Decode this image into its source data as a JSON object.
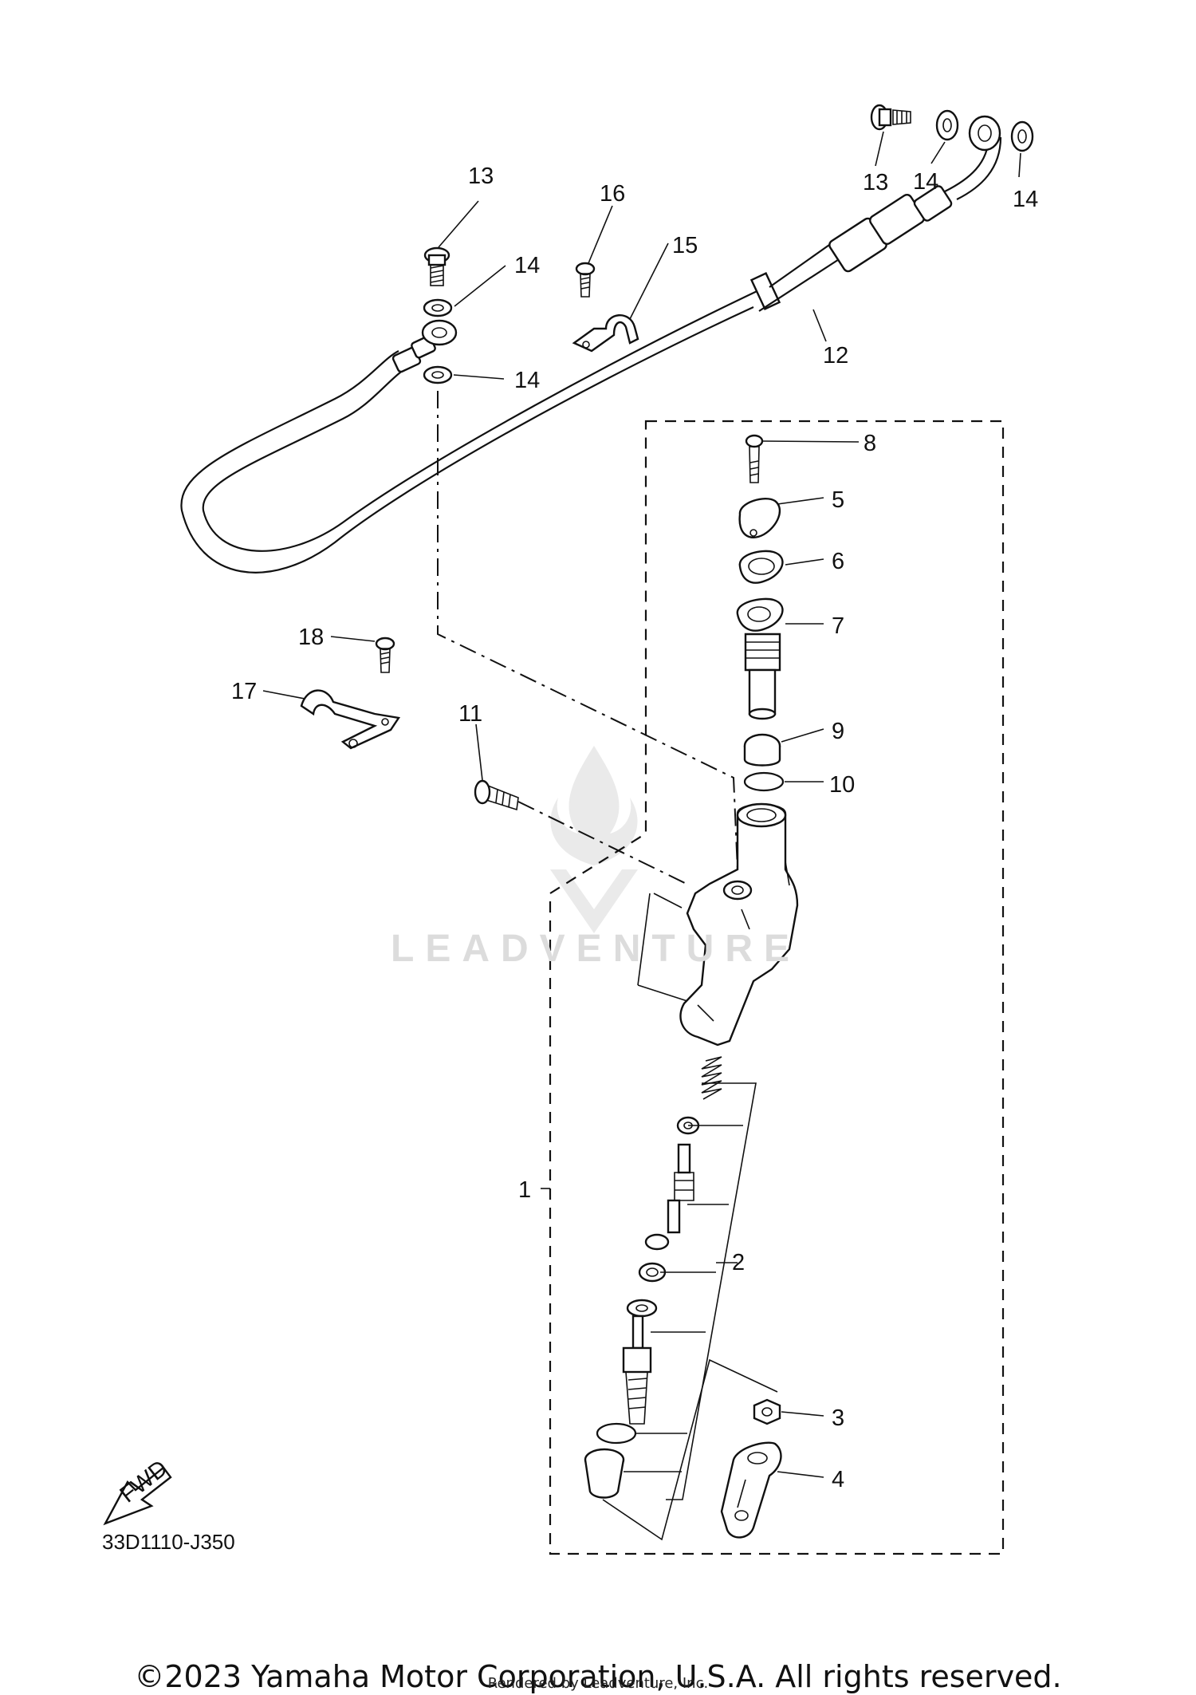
{
  "diagram": {
    "code": "33D1110-J350",
    "fwd_label": "FWD",
    "watermark": "LEADVENTURE",
    "copyright": "©2023 Yamaha Motor Corporation, U.S.A. All rights reserved.",
    "rendered_by": "Rendered by Leadventure, Inc."
  },
  "callouts": [
    {
      "id": "c1",
      "text": "1"
    },
    {
      "id": "c2",
      "text": "2"
    },
    {
      "id": "c3",
      "text": "3"
    },
    {
      "id": "c4",
      "text": "4"
    },
    {
      "id": "c5",
      "text": "5"
    },
    {
      "id": "c6",
      "text": "6"
    },
    {
      "id": "c7",
      "text": "7"
    },
    {
      "id": "c8",
      "text": "8"
    },
    {
      "id": "c9",
      "text": "9"
    },
    {
      "id": "c10",
      "text": "10"
    },
    {
      "id": "c11",
      "text": "11"
    },
    {
      "id": "c12",
      "text": "12"
    },
    {
      "id": "c13a",
      "text": "13"
    },
    {
      "id": "c13b",
      "text": "13"
    },
    {
      "id": "c14a",
      "text": "14"
    },
    {
      "id": "c14b",
      "text": "14"
    },
    {
      "id": "c14c",
      "text": "14"
    },
    {
      "id": "c14d",
      "text": "14"
    },
    {
      "id": "c15",
      "text": "15"
    },
    {
      "id": "c16",
      "text": "16"
    },
    {
      "id": "c17",
      "text": "17"
    },
    {
      "id": "c18",
      "text": "18"
    }
  ]
}
